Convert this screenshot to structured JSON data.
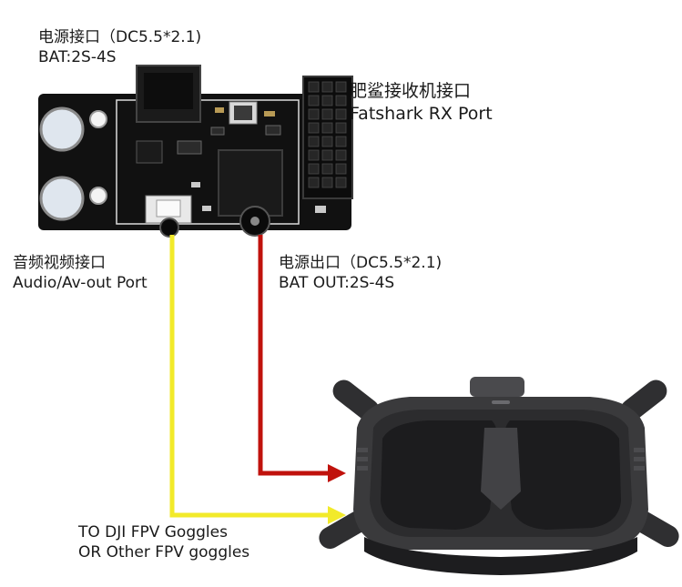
{
  "labels": {
    "power_in": {
      "line1": "电源接口（DC5.5*2.1)",
      "line2": "BAT:2S-4S"
    },
    "fatshark": {
      "line1": "肥鲨接收机接口",
      "line2": "Fatshark RX Port"
    },
    "audio": {
      "line1": "音频视频接口",
      "line2": "Audio/Av-out Port"
    },
    "power_out": {
      "line1": "电源出口（DC5.5*2.1)",
      "line2": "BAT OUT:2S-4S"
    },
    "to_goggles": {
      "line1": "TO DJI FPV Goggles",
      "line2": "OR Other FPV goggles"
    }
  },
  "colors": {
    "board": "#111111",
    "power_wire": "#c0120c",
    "av_wire": "#f2ea2a",
    "goggles_body": "#3a3a3c",
    "goggles_lens": "#1c1c1e"
  }
}
